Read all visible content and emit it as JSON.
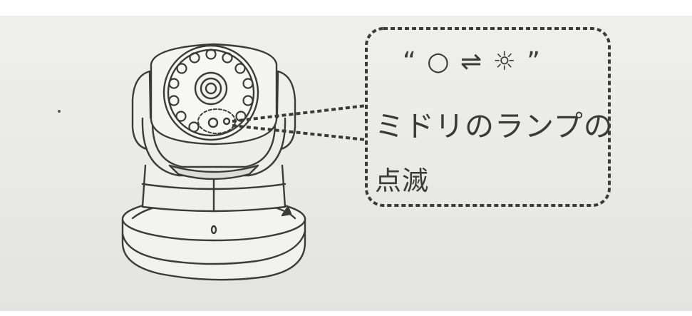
{
  "callout": {
    "symbols": "“ ○ ⇌ ☼ ”",
    "caption_line1": "ミドリのランプの",
    "caption_line2": "点滅"
  },
  "colors": {
    "line": "#3b3b3b",
    "paper": "#ebebe9",
    "text": "#3a3a3a"
  },
  "icons": [
    "camera-illustration",
    "led-indicator-icon",
    "ir-led-icon",
    "lens-icon",
    "sun-icon",
    "circle-icon",
    "exchange-arrows-icon"
  ]
}
